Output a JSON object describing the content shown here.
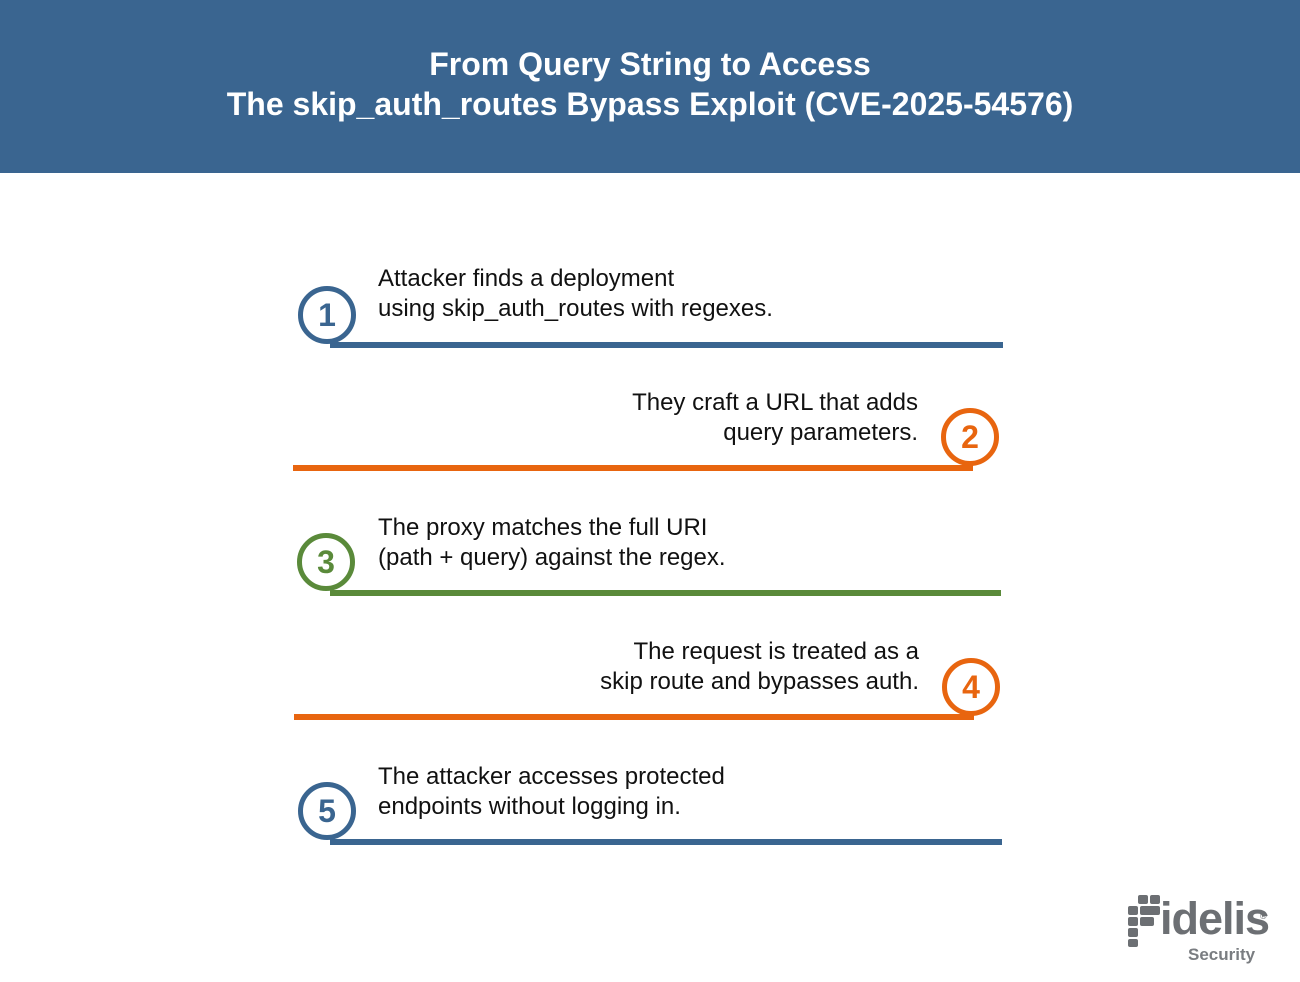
{
  "header": {
    "title_line1": "From Query String to Access",
    "title_line2": "The skip_auth_routes Bypass Exploit (CVE-2025-54576)",
    "background": "#3a6590"
  },
  "steps": [
    {
      "number": "1",
      "line1": "Attacker finds a deployment",
      "line2": "using skip_auth_routes with regexes.",
      "color": "#3a6590",
      "side": "left"
    },
    {
      "number": "2",
      "line1": "They craft a URL that adds",
      "line2": "query parameters.",
      "color": "#e8650f",
      "side": "right"
    },
    {
      "number": "3",
      "line1": "The proxy matches the full URI",
      "line2": "(path + query) against the regex.",
      "color": "#5a8a3a",
      "side": "left"
    },
    {
      "number": "4",
      "line1": "The request is treated as a",
      "line2": "skip route and bypasses auth.",
      "color": "#e8650f",
      "side": "right"
    },
    {
      "number": "5",
      "line1": "The attacker accesses protected",
      "line2": "endpoints without logging in.",
      "color": "#3a6590",
      "side": "left"
    }
  ],
  "logo": {
    "wordmark": "idelis",
    "registered": "®",
    "subtitle": "Security",
    "icon": "fidelis-f-logo-icon",
    "color": "#6c6f73"
  }
}
